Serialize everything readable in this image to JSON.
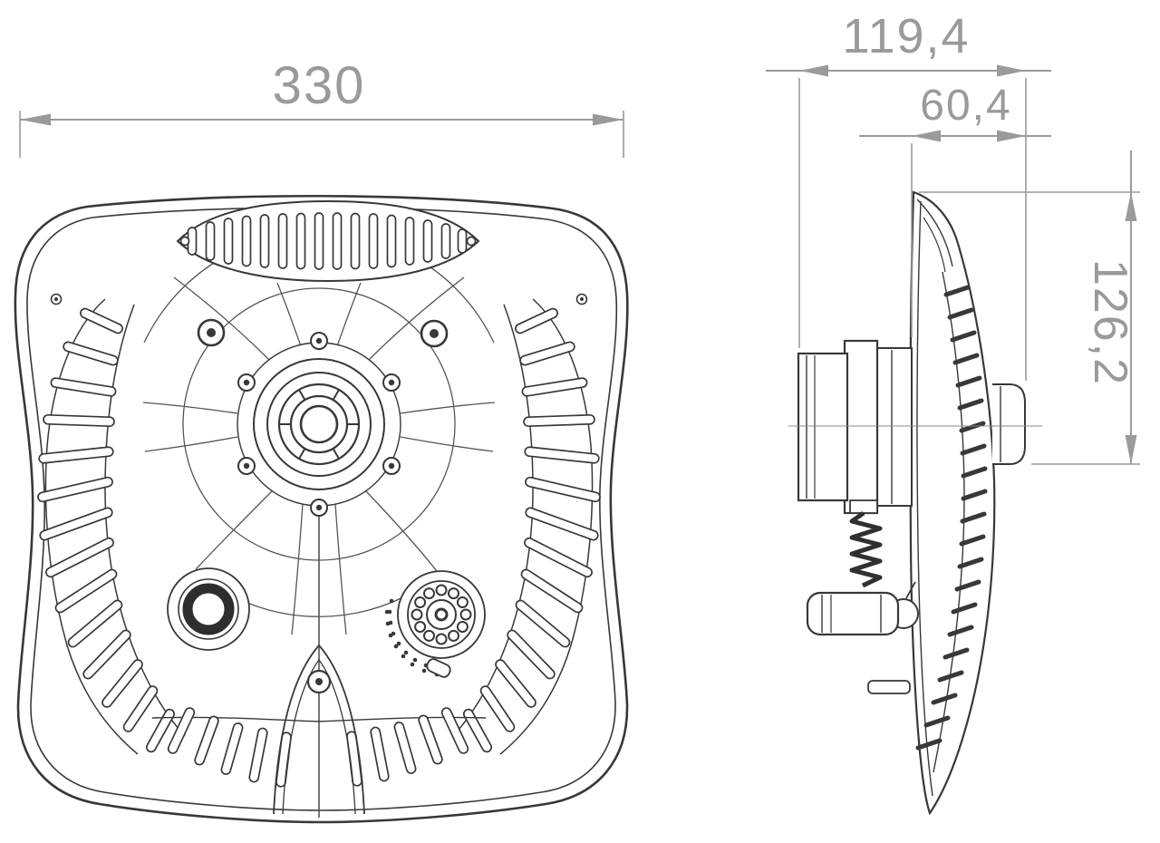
{
  "drawing": {
    "front_view": {
      "dim_width": "330"
    },
    "side_view": {
      "dim_depth": "119,4",
      "dim_offset": "60,4",
      "dim_height": "126,2"
    }
  },
  "colors": {
    "background": "#ffffff",
    "line": "#383838",
    "detail_line": "#4a4a4a",
    "dimension": "#9a9a9a"
  }
}
